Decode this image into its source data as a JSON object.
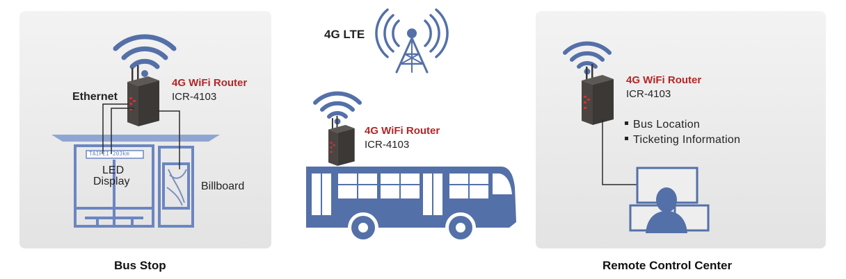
{
  "network": {
    "label": "4G LTE"
  },
  "bus_stop": {
    "caption": "Bus Stop",
    "ethernet_label": "Ethernet",
    "router": {
      "title": "4G WiFi Router",
      "model": "ICR-4103"
    },
    "sign_text": "TAIPEI 203km",
    "led_label_line1": "LED",
    "led_label_line2": "Display",
    "billboard_label": "Billboard"
  },
  "bus": {
    "router": {
      "title": "4G WiFi Router",
      "model": "ICR-4103"
    }
  },
  "control_center": {
    "caption": "Remote Control Center",
    "router": {
      "title": "4G WiFi Router",
      "model": "ICR-4103"
    },
    "features": [
      "Bus Location",
      "Ticketing Information"
    ]
  },
  "colors": {
    "accent_blue": "#5470a8",
    "router_red": "#b32626",
    "router_body": "#3b3835"
  },
  "icons": [
    "wifi-icon",
    "cell-tower-icon",
    "router-icon",
    "bus-icon",
    "monitor-icon",
    "person-icon",
    "bus-stop-icon"
  ]
}
